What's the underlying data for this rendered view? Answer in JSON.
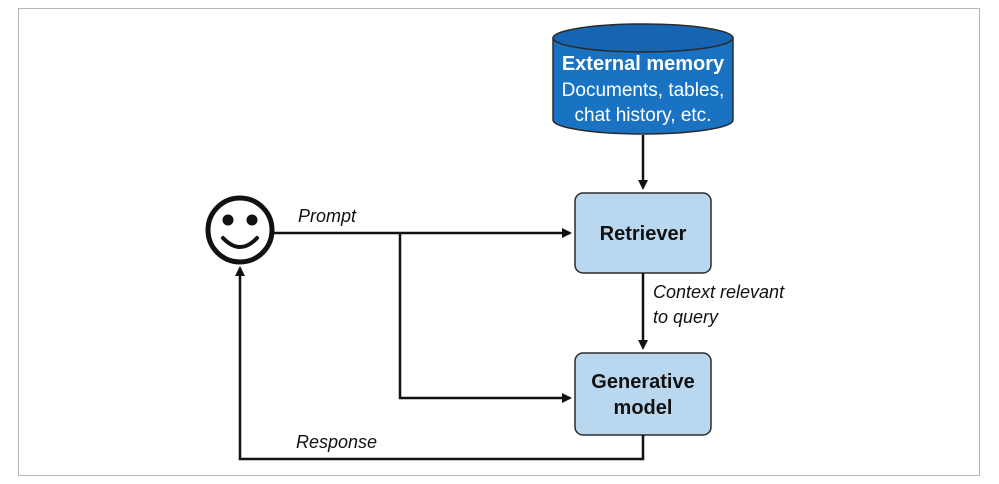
{
  "nodes": {
    "memory": {
      "title": "External memory",
      "line1": "Documents, tables,",
      "line2": "chat history, etc."
    },
    "retriever": {
      "label": "Retriever"
    },
    "generator": {
      "line1": "Generative",
      "line2": "model"
    },
    "user": {
      "icon": "smiley-face-icon"
    }
  },
  "edges": {
    "prompt": "Prompt",
    "context_line1": "Context relevant",
    "context_line2": "to query",
    "response": "Response"
  },
  "colors": {
    "database_fill": "#1a73c2",
    "database_top": "#1565b3",
    "box_fill": "#b9d8ef",
    "box_stroke": "#2a2a2a",
    "line": "#111111",
    "frame": "#b5b5b5"
  }
}
